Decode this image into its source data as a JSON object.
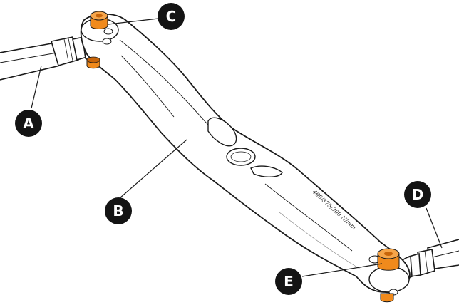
{
  "callouts": {
    "a": "A",
    "b": "B",
    "c": "C",
    "d": "D",
    "e": "E"
  },
  "engraving": "460/375/300 N/mm",
  "colors": {
    "outline": "#1a1a1a",
    "fastener": "#f08a1c",
    "fastener_dark": "#c8650a",
    "callout_fill": "#141414",
    "callout_text": "#ffffff"
  }
}
